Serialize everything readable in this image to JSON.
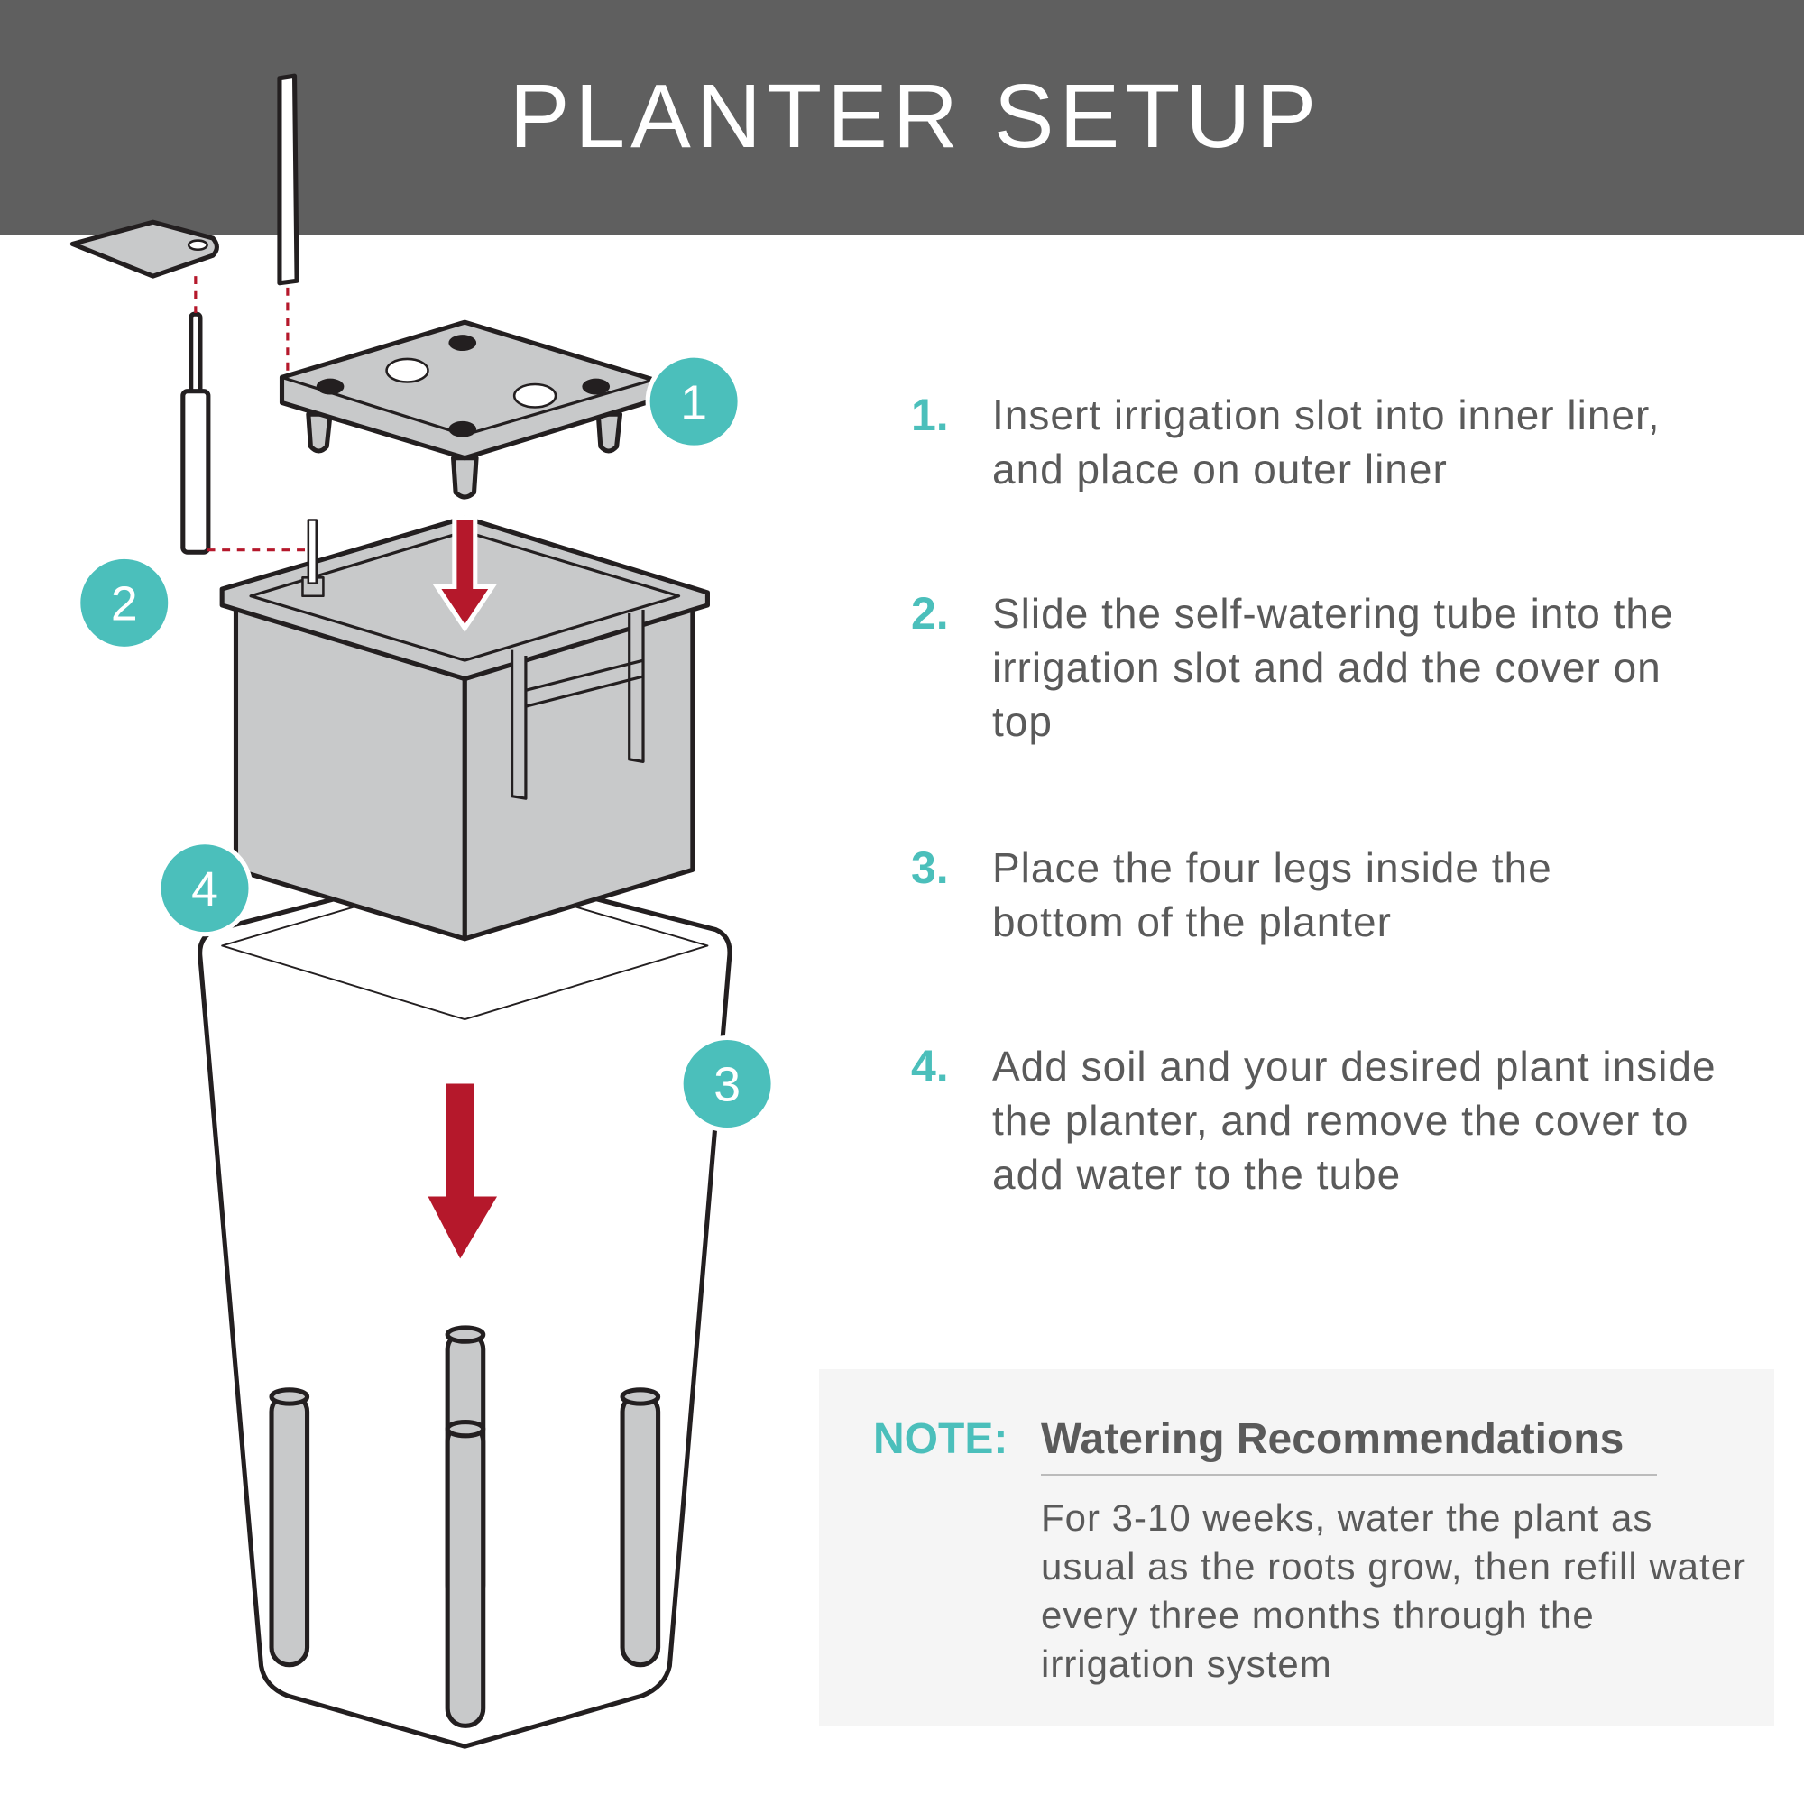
{
  "header": {
    "title": "PLANTER SETUP"
  },
  "badges": [
    "1",
    "2",
    "3",
    "4"
  ],
  "steps": [
    {
      "number": "1.",
      "text": "Insert irrigation slot into inner liner, and place on outer liner"
    },
    {
      "number": "2.",
      "text": "Slide the self-watering tube into the irrigation slot and add the cover on top"
    },
    {
      "number": "3.",
      "text": "Place the four legs inside the bottom of the planter"
    },
    {
      "number": "4.",
      "text": "Add soil and your desired plant inside the planter, and remove the cover to add water to the tube"
    }
  ],
  "note": {
    "label": "NOTE:",
    "title": "Watering Recommendations",
    "body": "For 3-10 weeks, water the plant as usual as the roots grow, then refill water every three months through the irrigation system"
  },
  "colors": {
    "accent": "#4bbfbb",
    "arrow": "#b5182b",
    "header": "#5f5f5f",
    "part": "#c8c9ca"
  }
}
